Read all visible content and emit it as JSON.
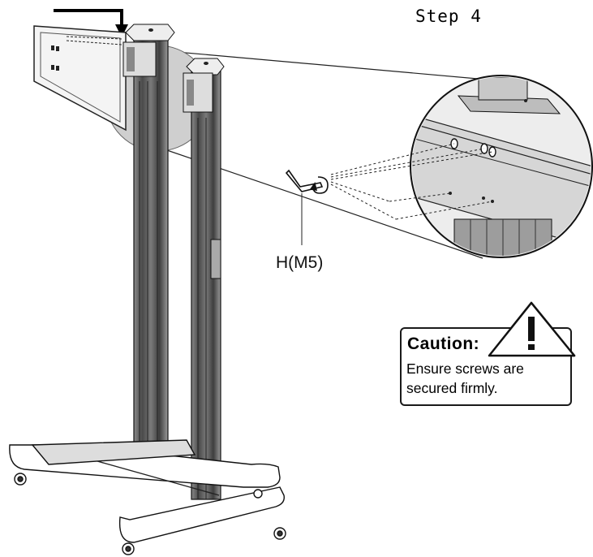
{
  "diagram": {
    "step_title": "Step 4",
    "part_label": "H(M5)",
    "caution": {
      "title": "Caution:",
      "line1": "Ensure screws are",
      "line2": "secured firmly."
    },
    "icons": [
      "arrow-down-icon",
      "warning-triangle-icon",
      "allen-key-icon",
      "rotation-arrow-icon"
    ]
  }
}
